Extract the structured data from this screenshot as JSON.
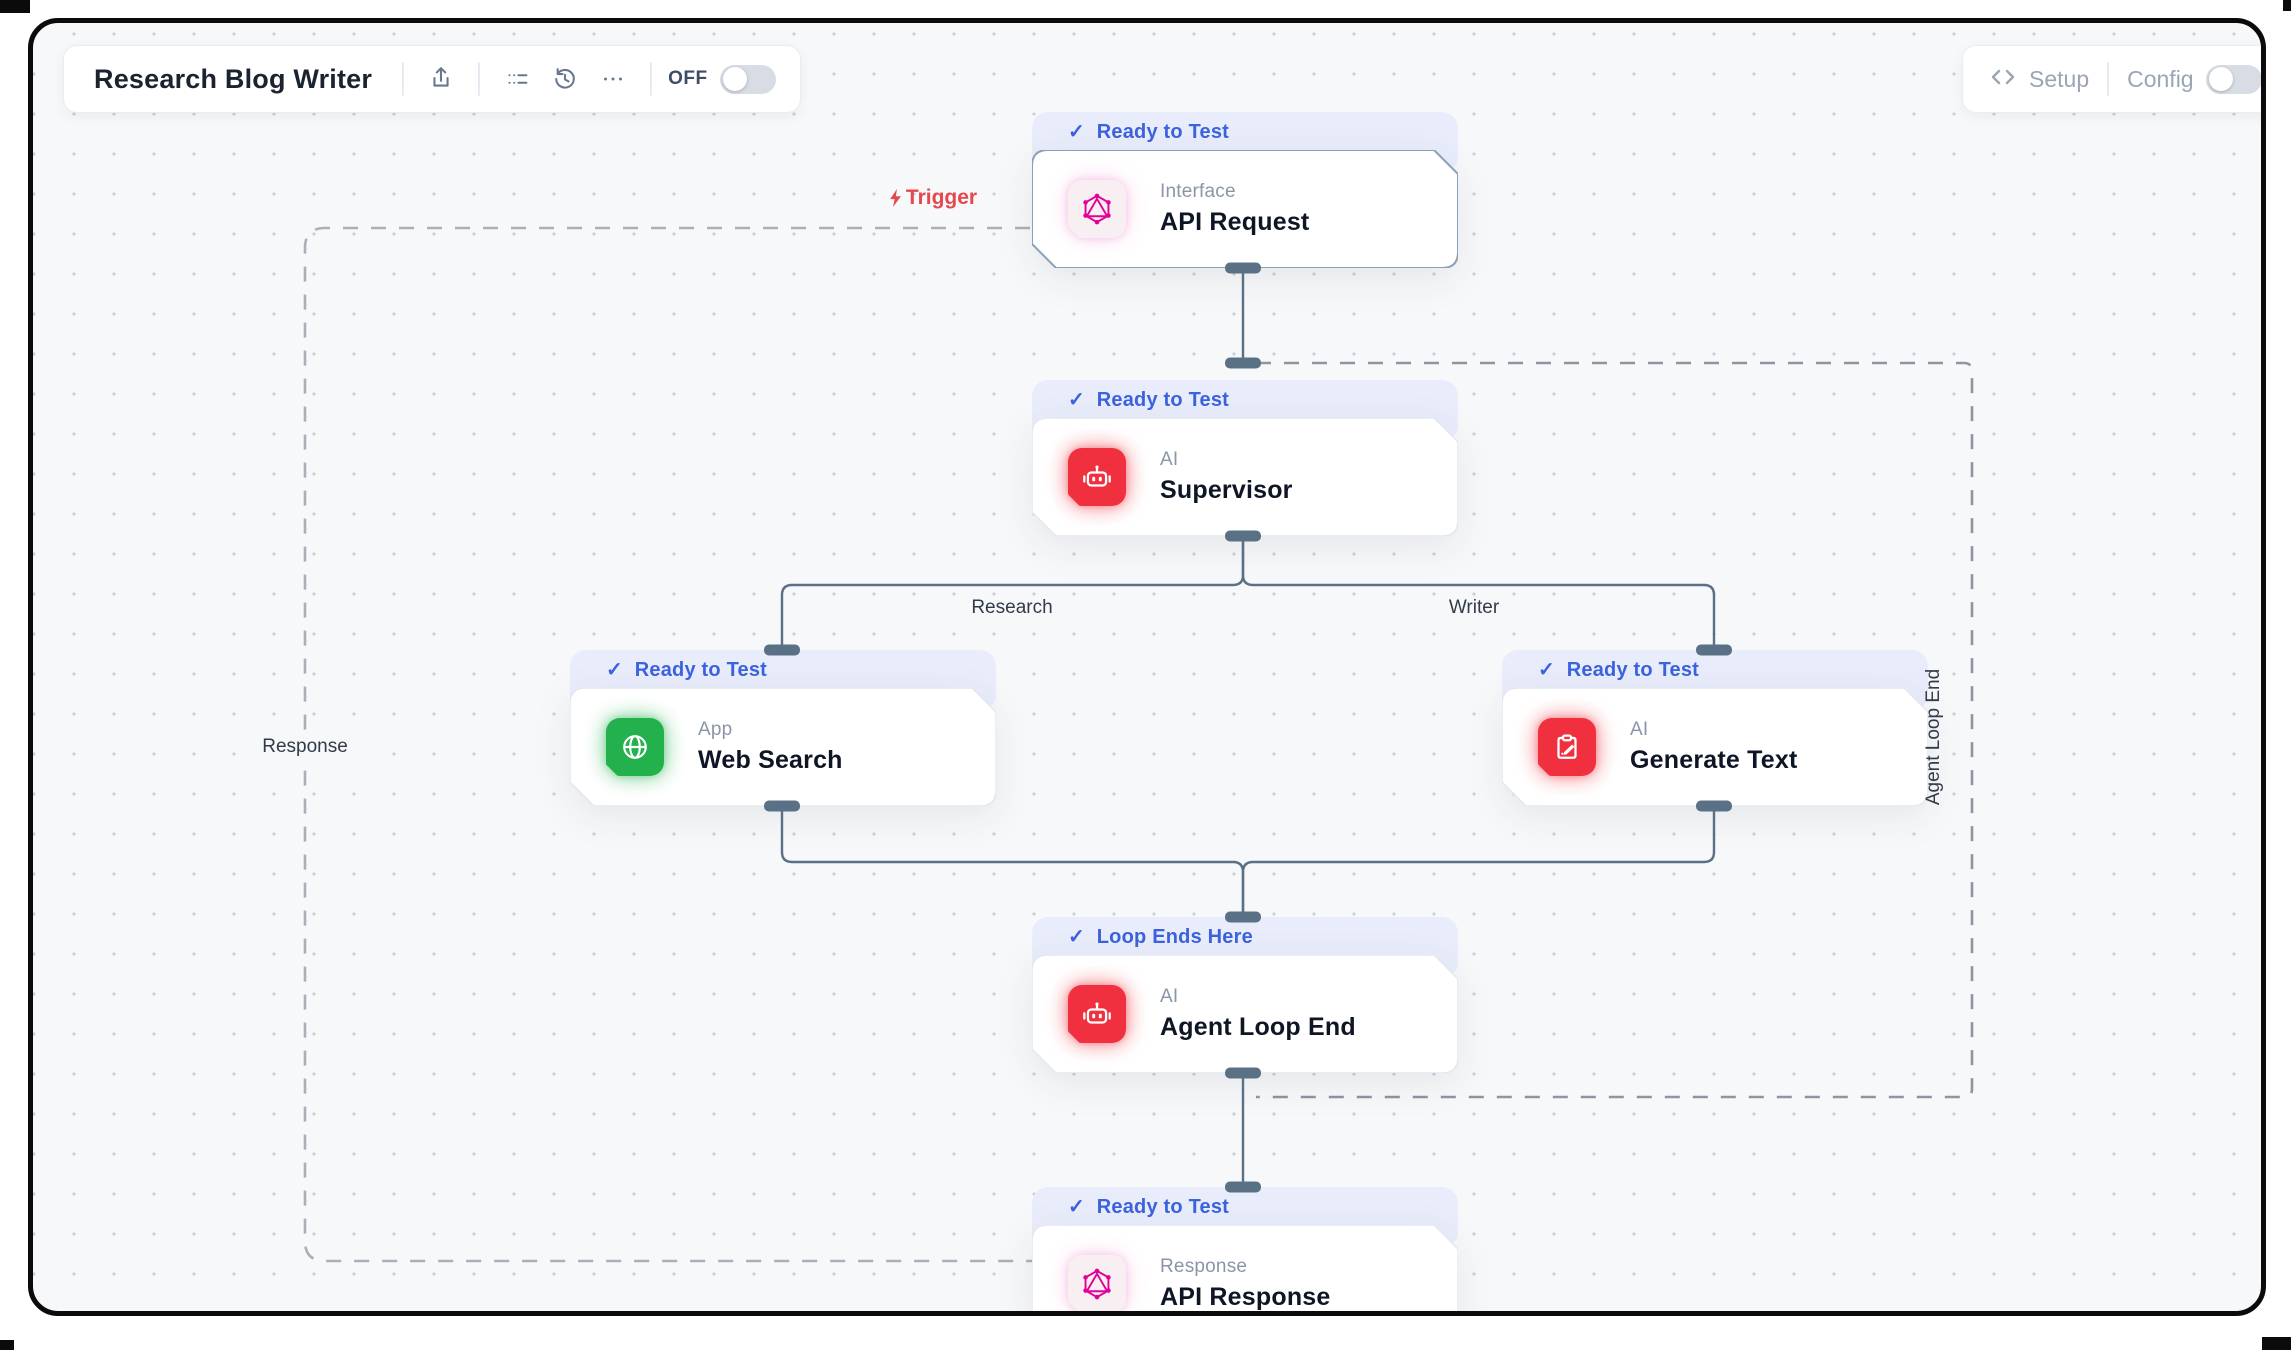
{
  "toolbar": {
    "title": "Research Blog Writer",
    "off_label": "OFF",
    "off_toggle_on": false,
    "icons": [
      "upload",
      "list",
      "history",
      "more"
    ]
  },
  "topright": {
    "setup_label": "Setup",
    "config_label": "Config",
    "config_toggle_on": false
  },
  "canvas": {
    "nodes": [
      {
        "id": "api-request",
        "badge": "Ready to Test",
        "category": "Interface",
        "title": "API Request",
        "icon": "graphql",
        "tile_bg": "#f8eff2",
        "glyph_color": "#e10098",
        "glow": "rgba(225,0,152,0.16)",
        "highlight": true
      },
      {
        "id": "supervisor",
        "badge": "Ready to Test",
        "category": "AI",
        "title": "Supervisor",
        "icon": "robot",
        "tile_bg": "#f0303e",
        "glyph_color": "#ffffff",
        "glow": "rgba(240,48,62,0.45)",
        "highlight": false
      },
      {
        "id": "web-search",
        "badge": "Ready to Test",
        "category": "App",
        "title": "Web Search",
        "icon": "globe",
        "tile_bg": "#23b14d",
        "glyph_color": "#ffffff",
        "glow": "rgba(35,177,77,0.45)",
        "highlight": false
      },
      {
        "id": "generate-text",
        "badge": "Ready to Test",
        "category": "AI",
        "title": "Generate Text",
        "icon": "writer",
        "tile_bg": "#f0303e",
        "glyph_color": "#ffffff",
        "glow": "rgba(240,48,62,0.45)",
        "highlight": false
      },
      {
        "id": "agent-loop-end",
        "badge": "Loop Ends Here",
        "category": "AI",
        "title": "Agent Loop End",
        "icon": "robot",
        "tile_bg": "#f0303e",
        "glyph_color": "#ffffff",
        "glow": "rgba(240,48,62,0.45)",
        "highlight": false
      },
      {
        "id": "api-response",
        "badge": "Ready to Test",
        "category": "Response",
        "title": "API Response",
        "icon": "graphql",
        "tile_bg": "#f8eff2",
        "glyph_color": "#e10098",
        "glow": "rgba(225,0,152,0.16)",
        "highlight": false
      }
    ],
    "labels": {
      "trigger": "Trigger",
      "research": "Research",
      "writer": "Writer",
      "response": "Response",
      "agent_loop_end": "Agent Loop End"
    },
    "badge_check": "✓"
  },
  "colors": {
    "canvas_bg": "#f7f8fa",
    "badge_bg": "#e9edfb",
    "badge_text": "#3c63de",
    "solid_edge": "#5a7185",
    "dashed_response": "#aab0b9",
    "dashed_loop": "#8d95a0",
    "trigger_red": "#e5484d"
  }
}
